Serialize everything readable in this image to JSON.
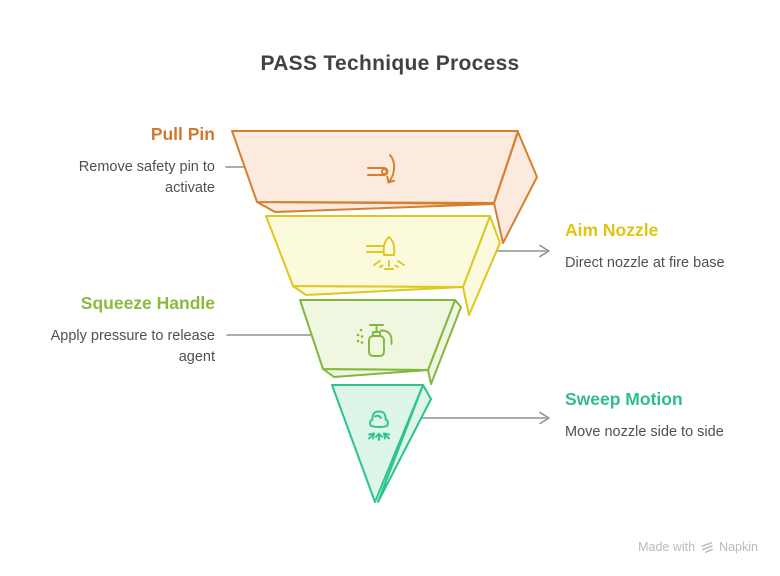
{
  "title": "PASS Technique Process",
  "levels": [
    {
      "name": "Pull Pin",
      "description": "Remove safety pin to activate",
      "side": "left",
      "icon": "pull-pin-icon",
      "accent": "#d4772b",
      "stroke": "#d5802f",
      "fill": "#fbeadd"
    },
    {
      "name": "Aim Nozzle",
      "description": "Direct nozzle at fire base",
      "side": "right",
      "icon": "aim-nozzle-icon",
      "accent": "#e0c414",
      "stroke": "#ddc81f",
      "fill": "#fcfadc"
    },
    {
      "name": "Squeeze Handle",
      "description": "Apply pressure to release agent",
      "side": "left",
      "icon": "spray-bottle-icon",
      "accent": "#8abb3e",
      "stroke": "#82b73d",
      "fill": "#eff7e0"
    },
    {
      "name": "Sweep Motion",
      "description": "Move nozzle side to side",
      "side": "right",
      "icon": "sweep-arrows-icon",
      "accent": "#2dbd8c",
      "stroke": "#2cc38d",
      "fill": "#def5e9"
    }
  ],
  "watermark": {
    "made_with": "Made with",
    "brand": "Napkin"
  }
}
